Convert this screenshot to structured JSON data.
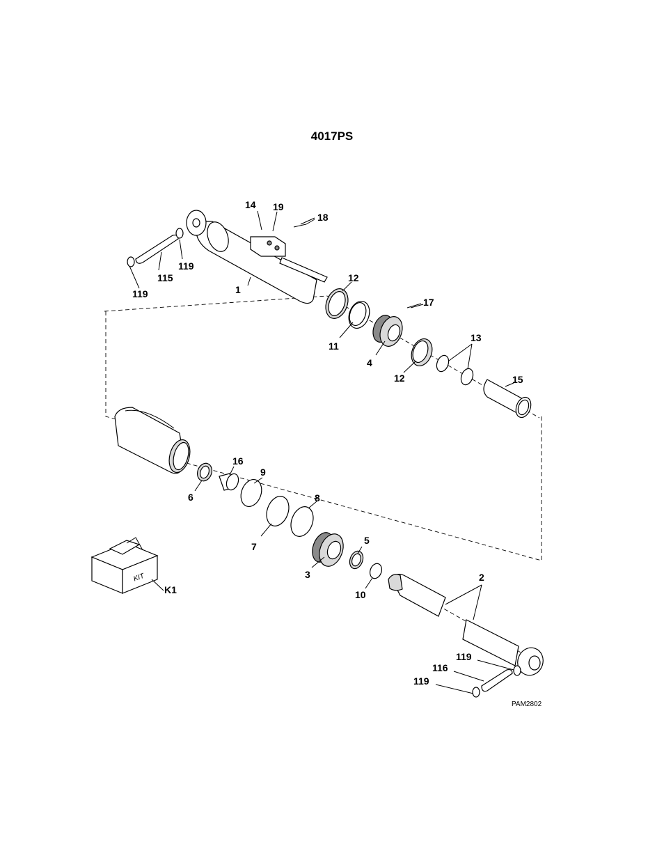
{
  "title": "4017PS",
  "drawing_ref": "PAM2802",
  "kit_label": "KIT",
  "callouts": {
    "p1": "1",
    "p2": "2",
    "p3": "3",
    "p4": "4",
    "p5": "5",
    "p6": "6",
    "p7": "7",
    "p8": "8",
    "p9": "9",
    "p10": "10",
    "p11": "11",
    "p12a": "12",
    "p12b": "12",
    "p13": "13",
    "p14": "14",
    "p15": "15",
    "p16": "16",
    "p17": "17",
    "p18": "18",
    "p19": "19",
    "p115": "115",
    "p116": "116",
    "p119a": "119",
    "p119b": "119",
    "p119c": "119",
    "p119d": "119",
    "k1": "K1"
  }
}
